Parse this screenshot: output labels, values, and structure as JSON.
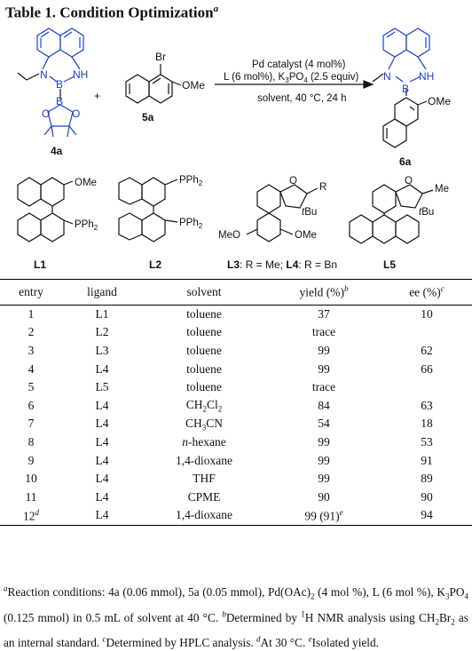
{
  "title": {
    "text": "Table 1. Condition Optimization",
    "mark": "a"
  },
  "scheme": {
    "compound_4a": "4a",
    "compound_5a": "5a",
    "compound_6a": "6a",
    "br": "Br",
    "ome": "OMe",
    "nh": "NH",
    "n": "N",
    "b": "B",
    "o": "O",
    "plus": "+",
    "catalyst": "Pd catalyst (4 mol%)",
    "ligand_line": "L (6 mol%), K3PO4 (2.5 equiv)",
    "condition_line": "solvent,  40 °C, 24 h",
    "pph2": "PPh2",
    "tbu": "tBu",
    "me": "Me",
    "r": "R",
    "meo": "MeO",
    "ligands": [
      {
        "label": "L1"
      },
      {
        "label": "L2"
      },
      {
        "label": "L3: R = Me; L4: R = Bn"
      },
      {
        "label": "L5"
      }
    ]
  },
  "table": {
    "headers": [
      "entry",
      "ligand",
      "solvent",
      "yield (%)",
      "ee (%)"
    ],
    "header_marks": {
      "yield": "b",
      "ee": "c"
    },
    "rows": [
      {
        "entry": "1",
        "ligand": "L1",
        "solvent": "toluene",
        "yield": "37",
        "ee": "10"
      },
      {
        "entry": "2",
        "ligand": "L2",
        "solvent": "toluene",
        "yield": "trace",
        "ee": ""
      },
      {
        "entry": "3",
        "ligand": "L3",
        "solvent": "toluene",
        "yield": "99",
        "ee": "62"
      },
      {
        "entry": "4",
        "ligand": "L4",
        "solvent": "toluene",
        "yield": "99",
        "ee": "66"
      },
      {
        "entry": "5",
        "ligand": "L5",
        "solvent": "toluene",
        "yield": "trace",
        "ee": ""
      },
      {
        "entry": "6",
        "ligand": "L4",
        "solvent": "CH2Cl2",
        "yield": "84",
        "ee": "63"
      },
      {
        "entry": "7",
        "ligand": "L4",
        "solvent": "CH3CN",
        "yield": "54",
        "ee": "18"
      },
      {
        "entry": "8",
        "ligand": "L4",
        "solvent": "n-hexane",
        "yield": "99",
        "ee": "53"
      },
      {
        "entry": "9",
        "ligand": "L4",
        "solvent": "1,4-dioxane",
        "yield": "99",
        "ee": "91"
      },
      {
        "entry": "10",
        "ligand": "L4",
        "solvent": "THF",
        "yield": "99",
        "ee": "89"
      },
      {
        "entry": "11",
        "ligand": "L4",
        "solvent": "CPME",
        "yield": "90",
        "ee": "90"
      },
      {
        "entry": "12",
        "entry_mark": "d",
        "ligand": "L4",
        "solvent": "1,4-dioxane",
        "yield": "99 (91)",
        "yield_mark": "e",
        "ee": "94"
      }
    ]
  },
  "footnotes": {
    "a": "Reaction conditions: 4a (0.06 mmol), 5a (0.05 mmol), Pd(OAc)2 (4 mol %), L (6 mol %), K3PO4 (0.125 mmol) in 0.5 mL of solvent at 40 °C.",
    "b": "Determined by 1H NMR analysis using CH2Br2 as an internal standard.",
    "c": "Determined by HPLC analysis.",
    "d": "At 30 °C.",
    "e": "Isolated yield."
  }
}
